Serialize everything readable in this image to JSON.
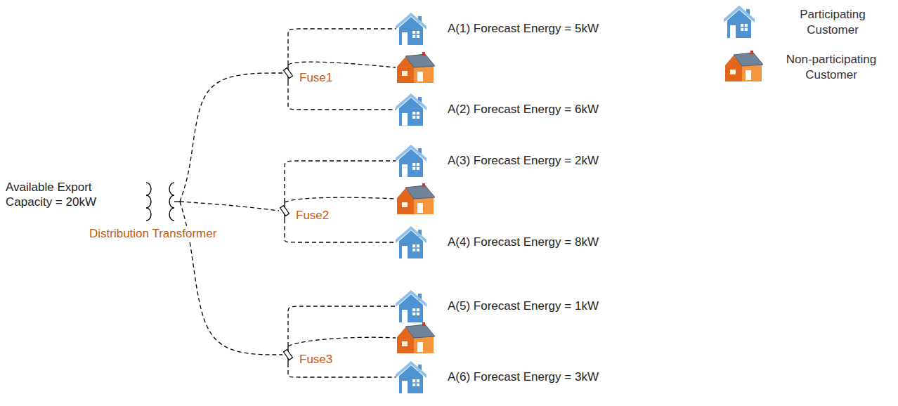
{
  "diagram": {
    "nodes": [
      {
        "text": [
          "Available Export Capacity = 20kW",
          "Distribution Transformer"
        ]
      },
      {
        "text": [
          "Fuse1"
        ]
      },
      {
        "text": [
          "A(1) Forecast Energy = 5kW"
        ]
      },
      {
        "text": [
          "A(2) Forecast Energy = 6kW"
        ]
      },
      {
        "text": [
          "Fuse2"
        ]
      },
      {
        "text": [
          "A(3) Forecast Energy = 2kW"
        ]
      },
      {
        "text": [
          "A(4) Forecast Energy = 8kW"
        ]
      },
      {
        "text": [
          "Fuse3"
        ]
      },
      {
        "text": [
          "A(5) Forecast Energy = 1kW"
        ]
      },
      {
        "text": [
          "A(6) Forecast Energy = 3kW"
        ]
      }
    ],
    "edges": [
      {
        "from": 0,
        "to": 1,
        "arrow": "none"
      },
      {
        "from": 0,
        "to": 4,
        "arrow": "none"
      },
      {
        "from": 0,
        "to": 7,
        "arrow": "none"
      },
      {
        "from": 1,
        "to": 2,
        "arrow": "none"
      },
      {
        "from": 1,
        "to": 3,
        "arrow": "none"
      },
      {
        "from": 4,
        "to": 5,
        "arrow": "none"
      },
      {
        "from": 4,
        "to": 6,
        "arrow": "none"
      },
      {
        "from": 7,
        "to": 8,
        "arrow": "none"
      },
      {
        "from": 7,
        "to": 9,
        "arrow": "none"
      }
    ],
    "legend": [
      {
        "text": "Participating Customer"
      },
      {
        "text": "Non-participating Customer"
      }
    ]
  }
}
